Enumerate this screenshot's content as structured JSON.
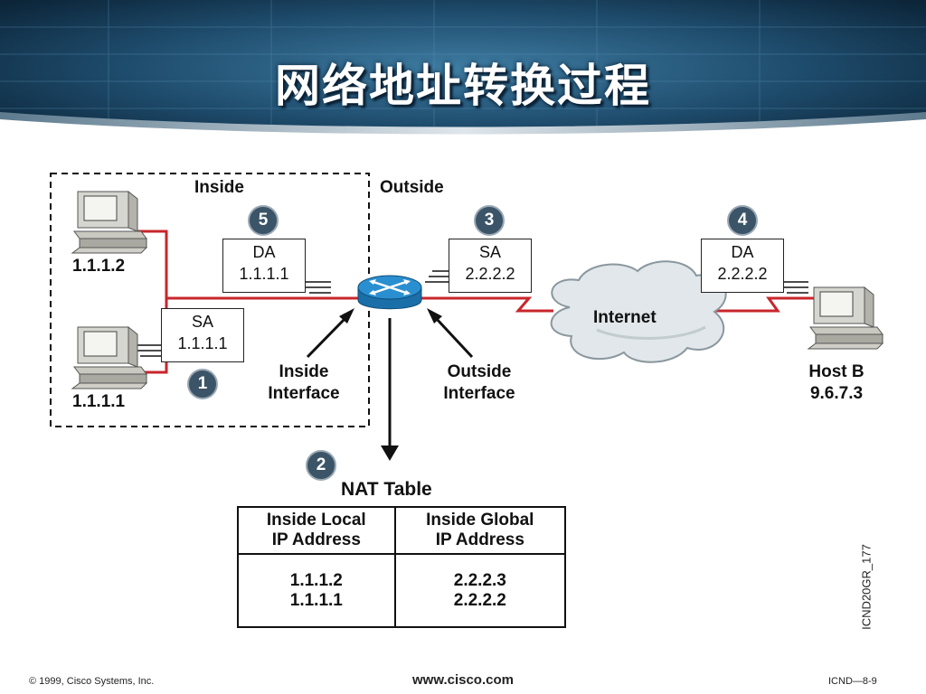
{
  "title": "网络地址转换过程",
  "zones": {
    "inside": "Inside",
    "outside": "Outside"
  },
  "hosts": [
    {
      "id": "host-top",
      "label": "1.1.1.2"
    },
    {
      "id": "host-bottom",
      "label": "1.1.1.1"
    },
    {
      "id": "host-b",
      "name": "Host B",
      "label": "9.6.7.3"
    }
  ],
  "packets": [
    {
      "step": "1",
      "field": "SA",
      "value": "1.1.1.1"
    },
    {
      "step": "3",
      "field": "SA",
      "value": "2.2.2.2"
    },
    {
      "step": "4",
      "field": "DA",
      "value": "2.2.2.2"
    },
    {
      "step": "5",
      "field": "DA",
      "value": "1.1.1.1"
    }
  ],
  "interfaces": {
    "inside": [
      "Inside",
      "Interface"
    ],
    "outside": [
      "Outside",
      "Interface"
    ]
  },
  "cloud_label": "Internet",
  "nat": {
    "step": "2",
    "title": "NAT Table",
    "headers": [
      [
        "Inside Local",
        "IP Address"
      ],
      [
        "Inside Global",
        "IP Address"
      ]
    ],
    "rows": [
      [
        "1.1.1.2",
        "2.2.2.3"
      ],
      [
        "1.1.1.1",
        "2.2.2.2"
      ]
    ]
  },
  "figure_code": "ICND20GR_177",
  "footer": {
    "copyright": "© 1999, Cisco Systems, Inc.",
    "url": "www.cisco.com",
    "page": "ICND—8-9"
  },
  "colors": {
    "link": "#c8262b",
    "badge": "#3b5468",
    "router": "#2a8fd0",
    "banner": "#1f4d6e"
  }
}
